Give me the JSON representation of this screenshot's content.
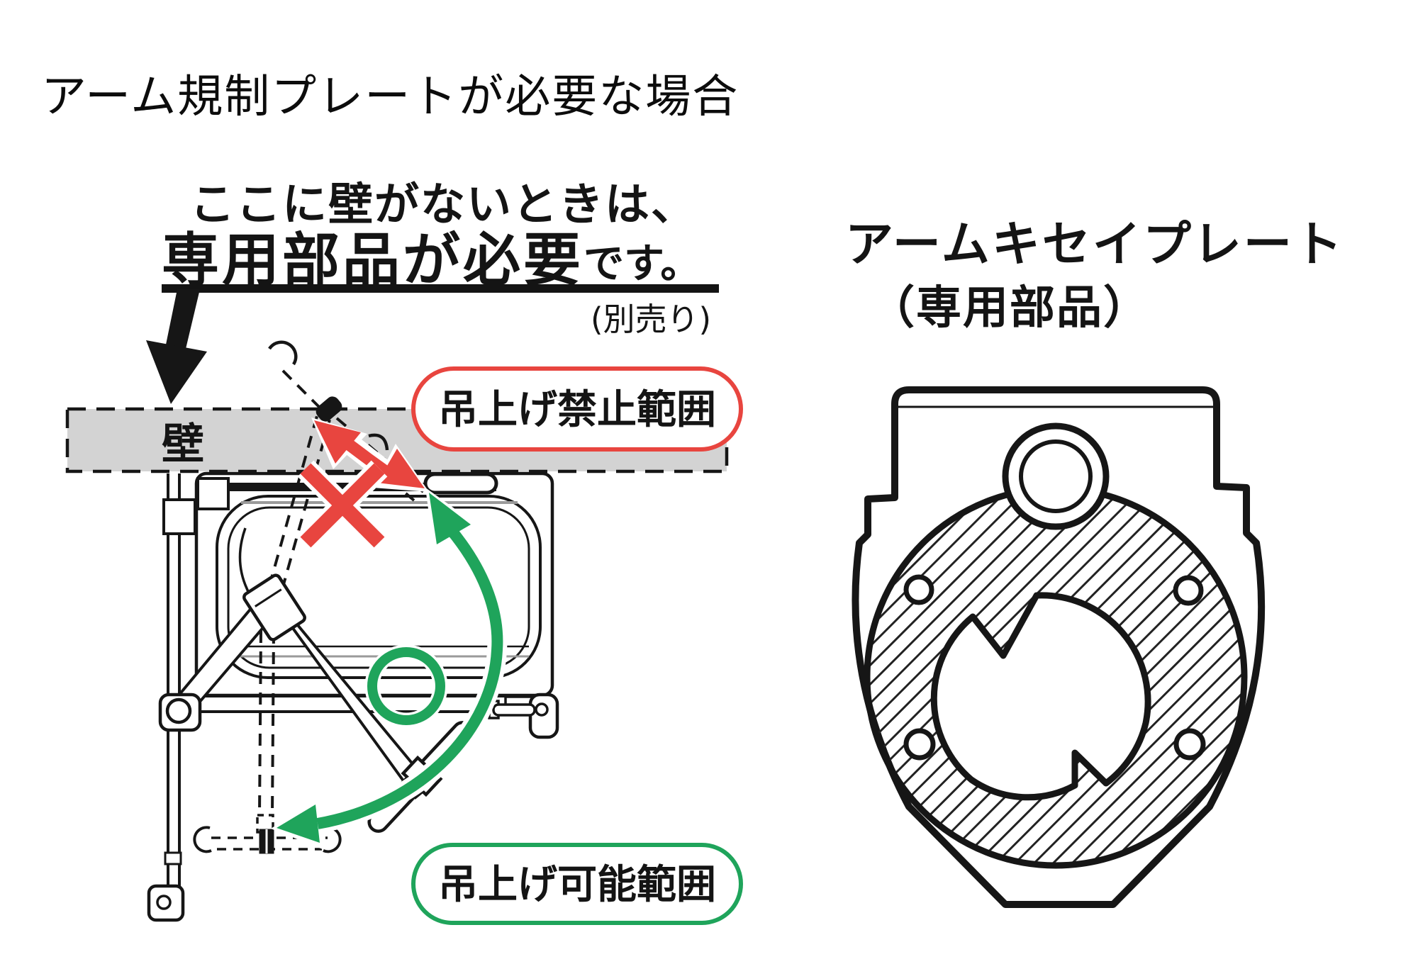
{
  "page": {
    "title": "アーム規制プレートが必要な場合",
    "background_color": "#ffffff"
  },
  "left_diagram": {
    "callout": {
      "line1": "ここに壁がないときは、",
      "emphasis": "専用部品が必要",
      "suffix": "です。",
      "note": "(別売り)"
    },
    "wall_label": "壁",
    "prohibited_badge": "吊上げ禁止範囲",
    "allowed_badge": "吊上げ可能範囲",
    "colors": {
      "prohibited_red": "#e8453f",
      "allowed_green": "#1fa45b",
      "wall_fill": "#d3d3d3",
      "line_black": "#161616"
    }
  },
  "right_diagram": {
    "title_line1": "アームキセイプレート",
    "title_line2": "（専用部品）"
  }
}
